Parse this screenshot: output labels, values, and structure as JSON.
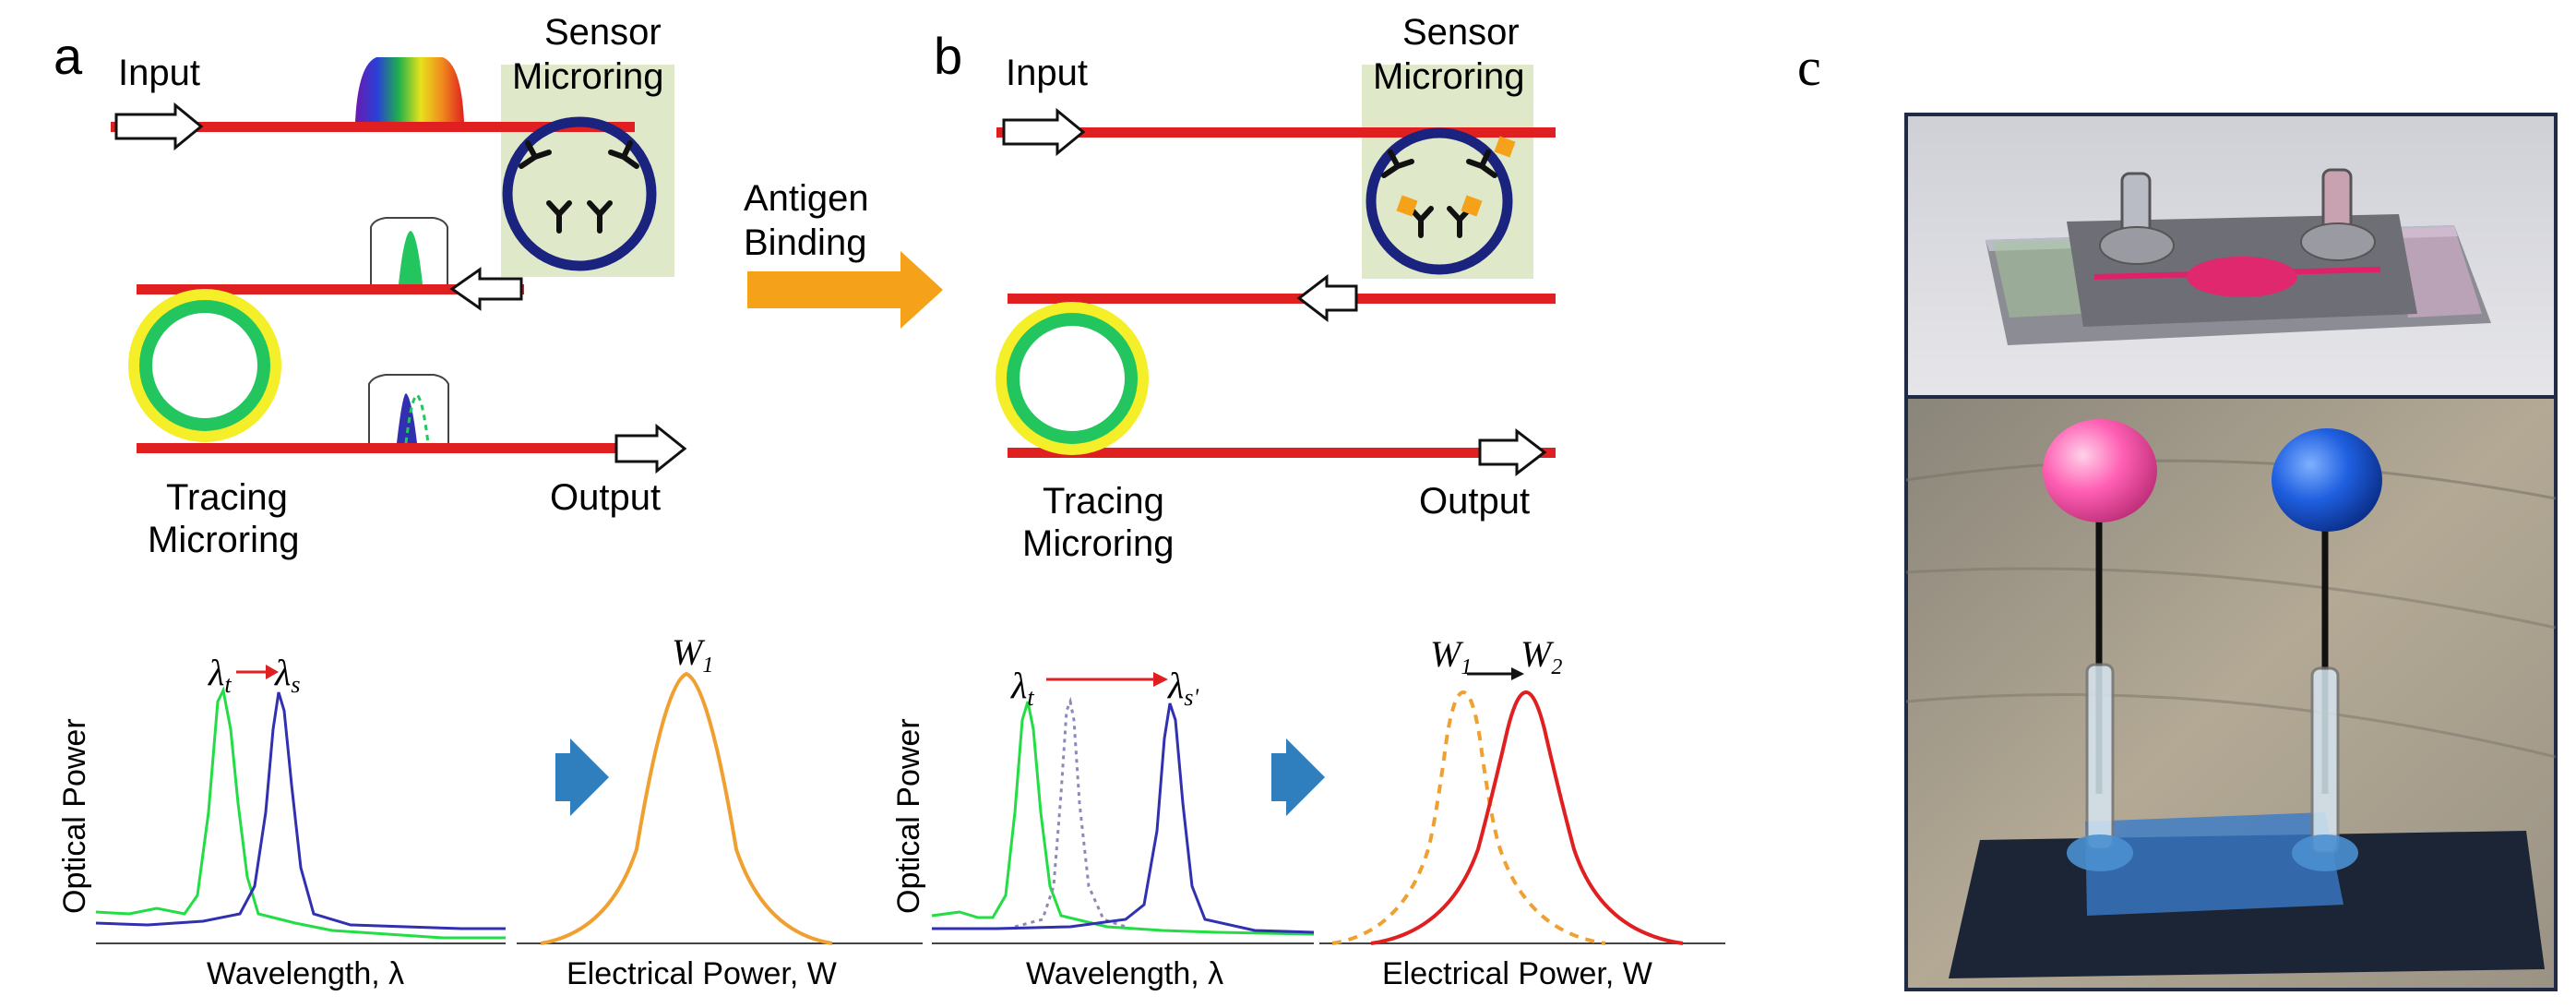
{
  "panels": {
    "a": {
      "letter": "a",
      "input": "Input",
      "sensor_line1": "Sensor",
      "sensor_line2": "Microring",
      "tracing_line1": "Tracing",
      "tracing_line2": "Microring",
      "output": "Output"
    },
    "arrow": {
      "line1": "Antigen",
      "line2": "Binding"
    },
    "b": {
      "letter": "b",
      "input": "Input",
      "sensor_line1": "Sensor",
      "sensor_line2": "Microring",
      "tracing_line1": "Tracing",
      "tracing_line2": "Microring",
      "output": "Output"
    },
    "c": {
      "letter": "c"
    }
  },
  "plots": {
    "a_optical": {
      "ylabel": "Optical Power",
      "xlabel": "Wavelength, λ",
      "peak1": "λ",
      "peak1_sub": "t",
      "peak2": "λ",
      "peak2_sub": "s"
    },
    "a_electrical": {
      "xlabel": "Electrical Power, W",
      "peak": "W",
      "peak_sub": "1"
    },
    "b_optical": {
      "ylabel": "Optical Power",
      "xlabel": "Wavelength, λ",
      "peak1": "λ",
      "peak1_sub": "t",
      "peak2": "λ",
      "peak2_sub": "s'"
    },
    "b_electrical": {
      "xlabel": "Electrical Power, W",
      "peak1": "W",
      "peak1_sub": "1",
      "peak2": "W",
      "peak2_sub": "2"
    }
  },
  "colors": {
    "waveguide": "#e02020",
    "sensor_ring": "#1a237e",
    "sensor_box": "#dfe8c8",
    "tracing_ring_outer": "#f5ef2a",
    "tracing_ring_inner": "#22c55e",
    "arrow": "#f6a11a",
    "spectrum_green": "#22dd44",
    "spectrum_blue": "#3030b0",
    "spectrum_orange": "#f0a030",
    "spectrum_red": "#e02020",
    "step_arrow": "#2f7fbf"
  }
}
